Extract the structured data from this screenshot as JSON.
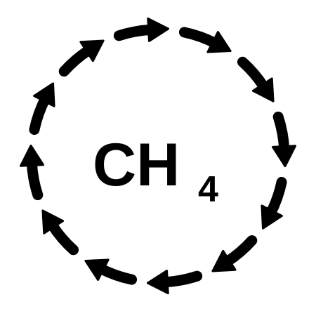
{
  "formula": {
    "main": "CH",
    "subscript": "4"
  },
  "cycle": {
    "arrow_count": 12,
    "direction": "clockwise",
    "arrow_icon": "arrow-icon"
  },
  "colors": {
    "ink": "#000000",
    "background": "#ffffff"
  }
}
